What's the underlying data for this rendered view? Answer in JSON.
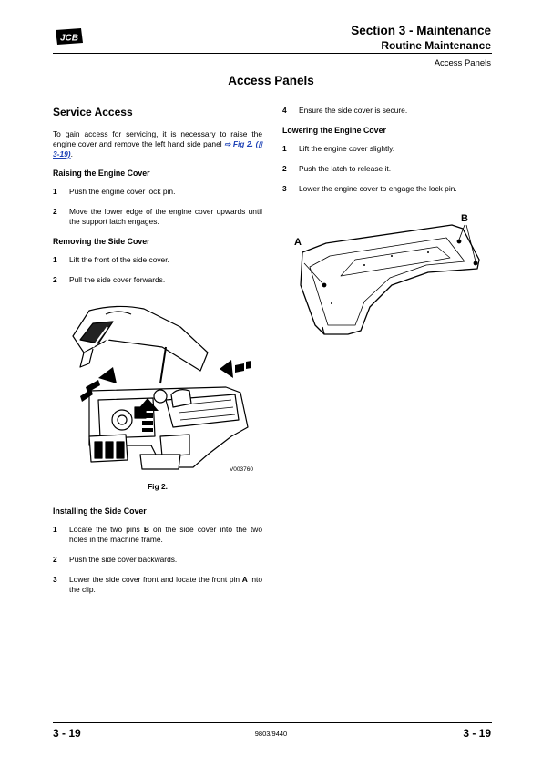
{
  "header": {
    "logo_text": "JCB",
    "section_title": "Section 3 - Maintenance",
    "subsection_title": "Routine Maintenance",
    "breadcrumb": "Access Panels"
  },
  "page_title": "Access Panels",
  "left": {
    "service_heading": "Service Access",
    "intro_text": "To gain access for servicing, it is necessary to raise the engine cover and remove the left hand side panel ",
    "intro_link_arrow": "⇨",
    "intro_link": "Fig 2. (",
    "intro_link_book": "▯",
    "intro_link_page": " 3-19)",
    "intro_end": ".",
    "raising_heading": "Raising the Engine Cover",
    "raising_steps": [
      {
        "num": "1",
        "text": "Push the engine cover lock pin."
      },
      {
        "num": "2",
        "text": "Move the lower edge of the engine cover upwards until the support latch engages."
      }
    ],
    "removing_heading": "Removing the Side Cover",
    "removing_steps": [
      {
        "num": "1",
        "text": "Lift the front of the side cover."
      },
      {
        "num": "2",
        "text": "Pull the side cover forwards."
      }
    ],
    "figure_code": "V003760",
    "figure_caption": "Fig 2.",
    "installing_heading": "Installing the Side Cover",
    "installing_steps": [
      {
        "num": "1",
        "pre": "Locate the two pins ",
        "bold": "B",
        "post": " on the side cover into the two holes in the machine frame."
      },
      {
        "num": "2",
        "pre": "Push the side cover backwards.",
        "bold": "",
        "post": ""
      },
      {
        "num": "3",
        "pre": "Lower the side cover front and locate the front pin ",
        "bold": "A",
        "post": " into the clip."
      }
    ]
  },
  "right": {
    "step4": {
      "num": "4",
      "text": "Ensure the side cover is secure."
    },
    "lowering_heading": "Lowering the Engine Cover",
    "lowering_steps": [
      {
        "num": "1",
        "text": "Lift the engine cover slightly."
      },
      {
        "num": "2",
        "text": "Push the latch to release it."
      },
      {
        "num": "3",
        "text": "Lower the engine cover to engage the lock pin."
      }
    ],
    "label_a": "A",
    "label_b": "B"
  },
  "footer": {
    "page_left": "3 - 19",
    "doc_number": "9803/9440",
    "page_right": "3 - 19"
  }
}
